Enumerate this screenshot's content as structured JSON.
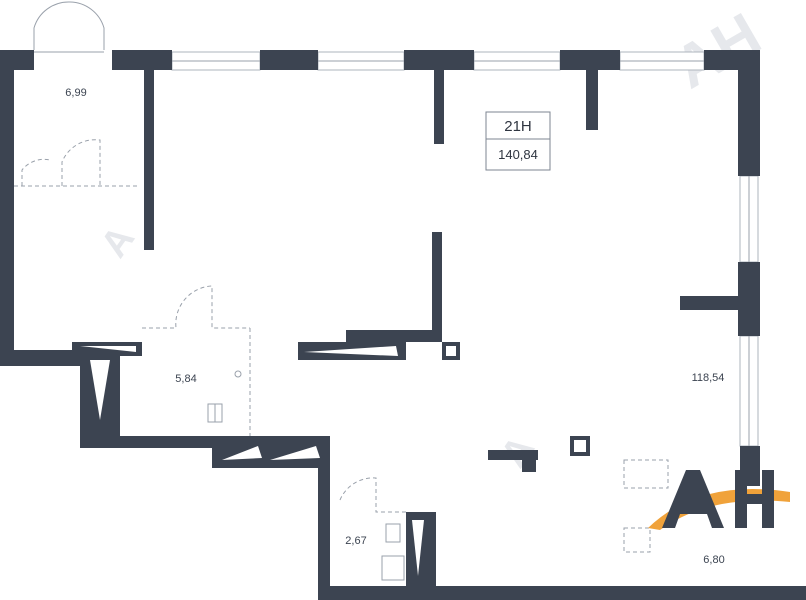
{
  "plan": {
    "unit_id": "21Н",
    "unit_area": "140,84",
    "rooms": [
      {
        "key": "vestibule",
        "area": "6,99"
      },
      {
        "key": "utility",
        "area": "5,84"
      },
      {
        "key": "main-hall",
        "area": "118,54"
      },
      {
        "key": "wc",
        "area": "2,67"
      },
      {
        "key": "corner-room",
        "area": "6,80"
      }
    ]
  },
  "logo": {
    "text": "АН",
    "colors": {
      "dark": "#3c4451",
      "accent": "#f0a23a"
    }
  },
  "colors": {
    "wall": "#3c4451",
    "line": "#9aa1ab"
  }
}
